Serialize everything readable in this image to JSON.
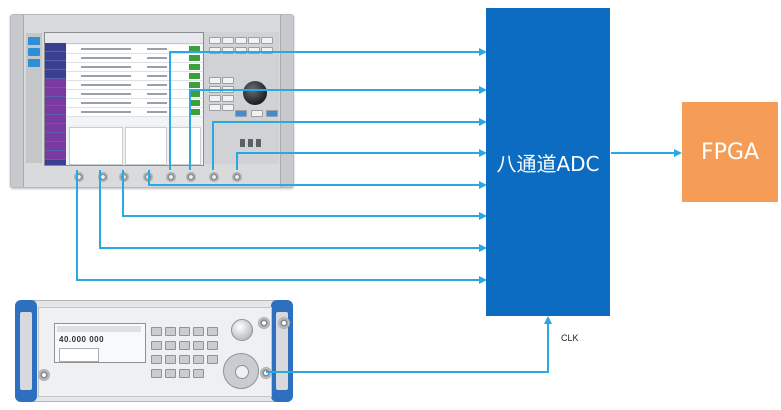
{
  "colors": {
    "wire": "#27a9e1",
    "adc_fill": "#0b6cc2",
    "fpga_fill": "#f59d56",
    "text_on_block": "#ffffff"
  },
  "adc": {
    "label": "八通道ADC"
  },
  "fpga": {
    "label": "FPGA"
  },
  "clock": {
    "label": "CLK"
  },
  "signal_generator": {
    "frequency_display": "40.000 000"
  }
}
